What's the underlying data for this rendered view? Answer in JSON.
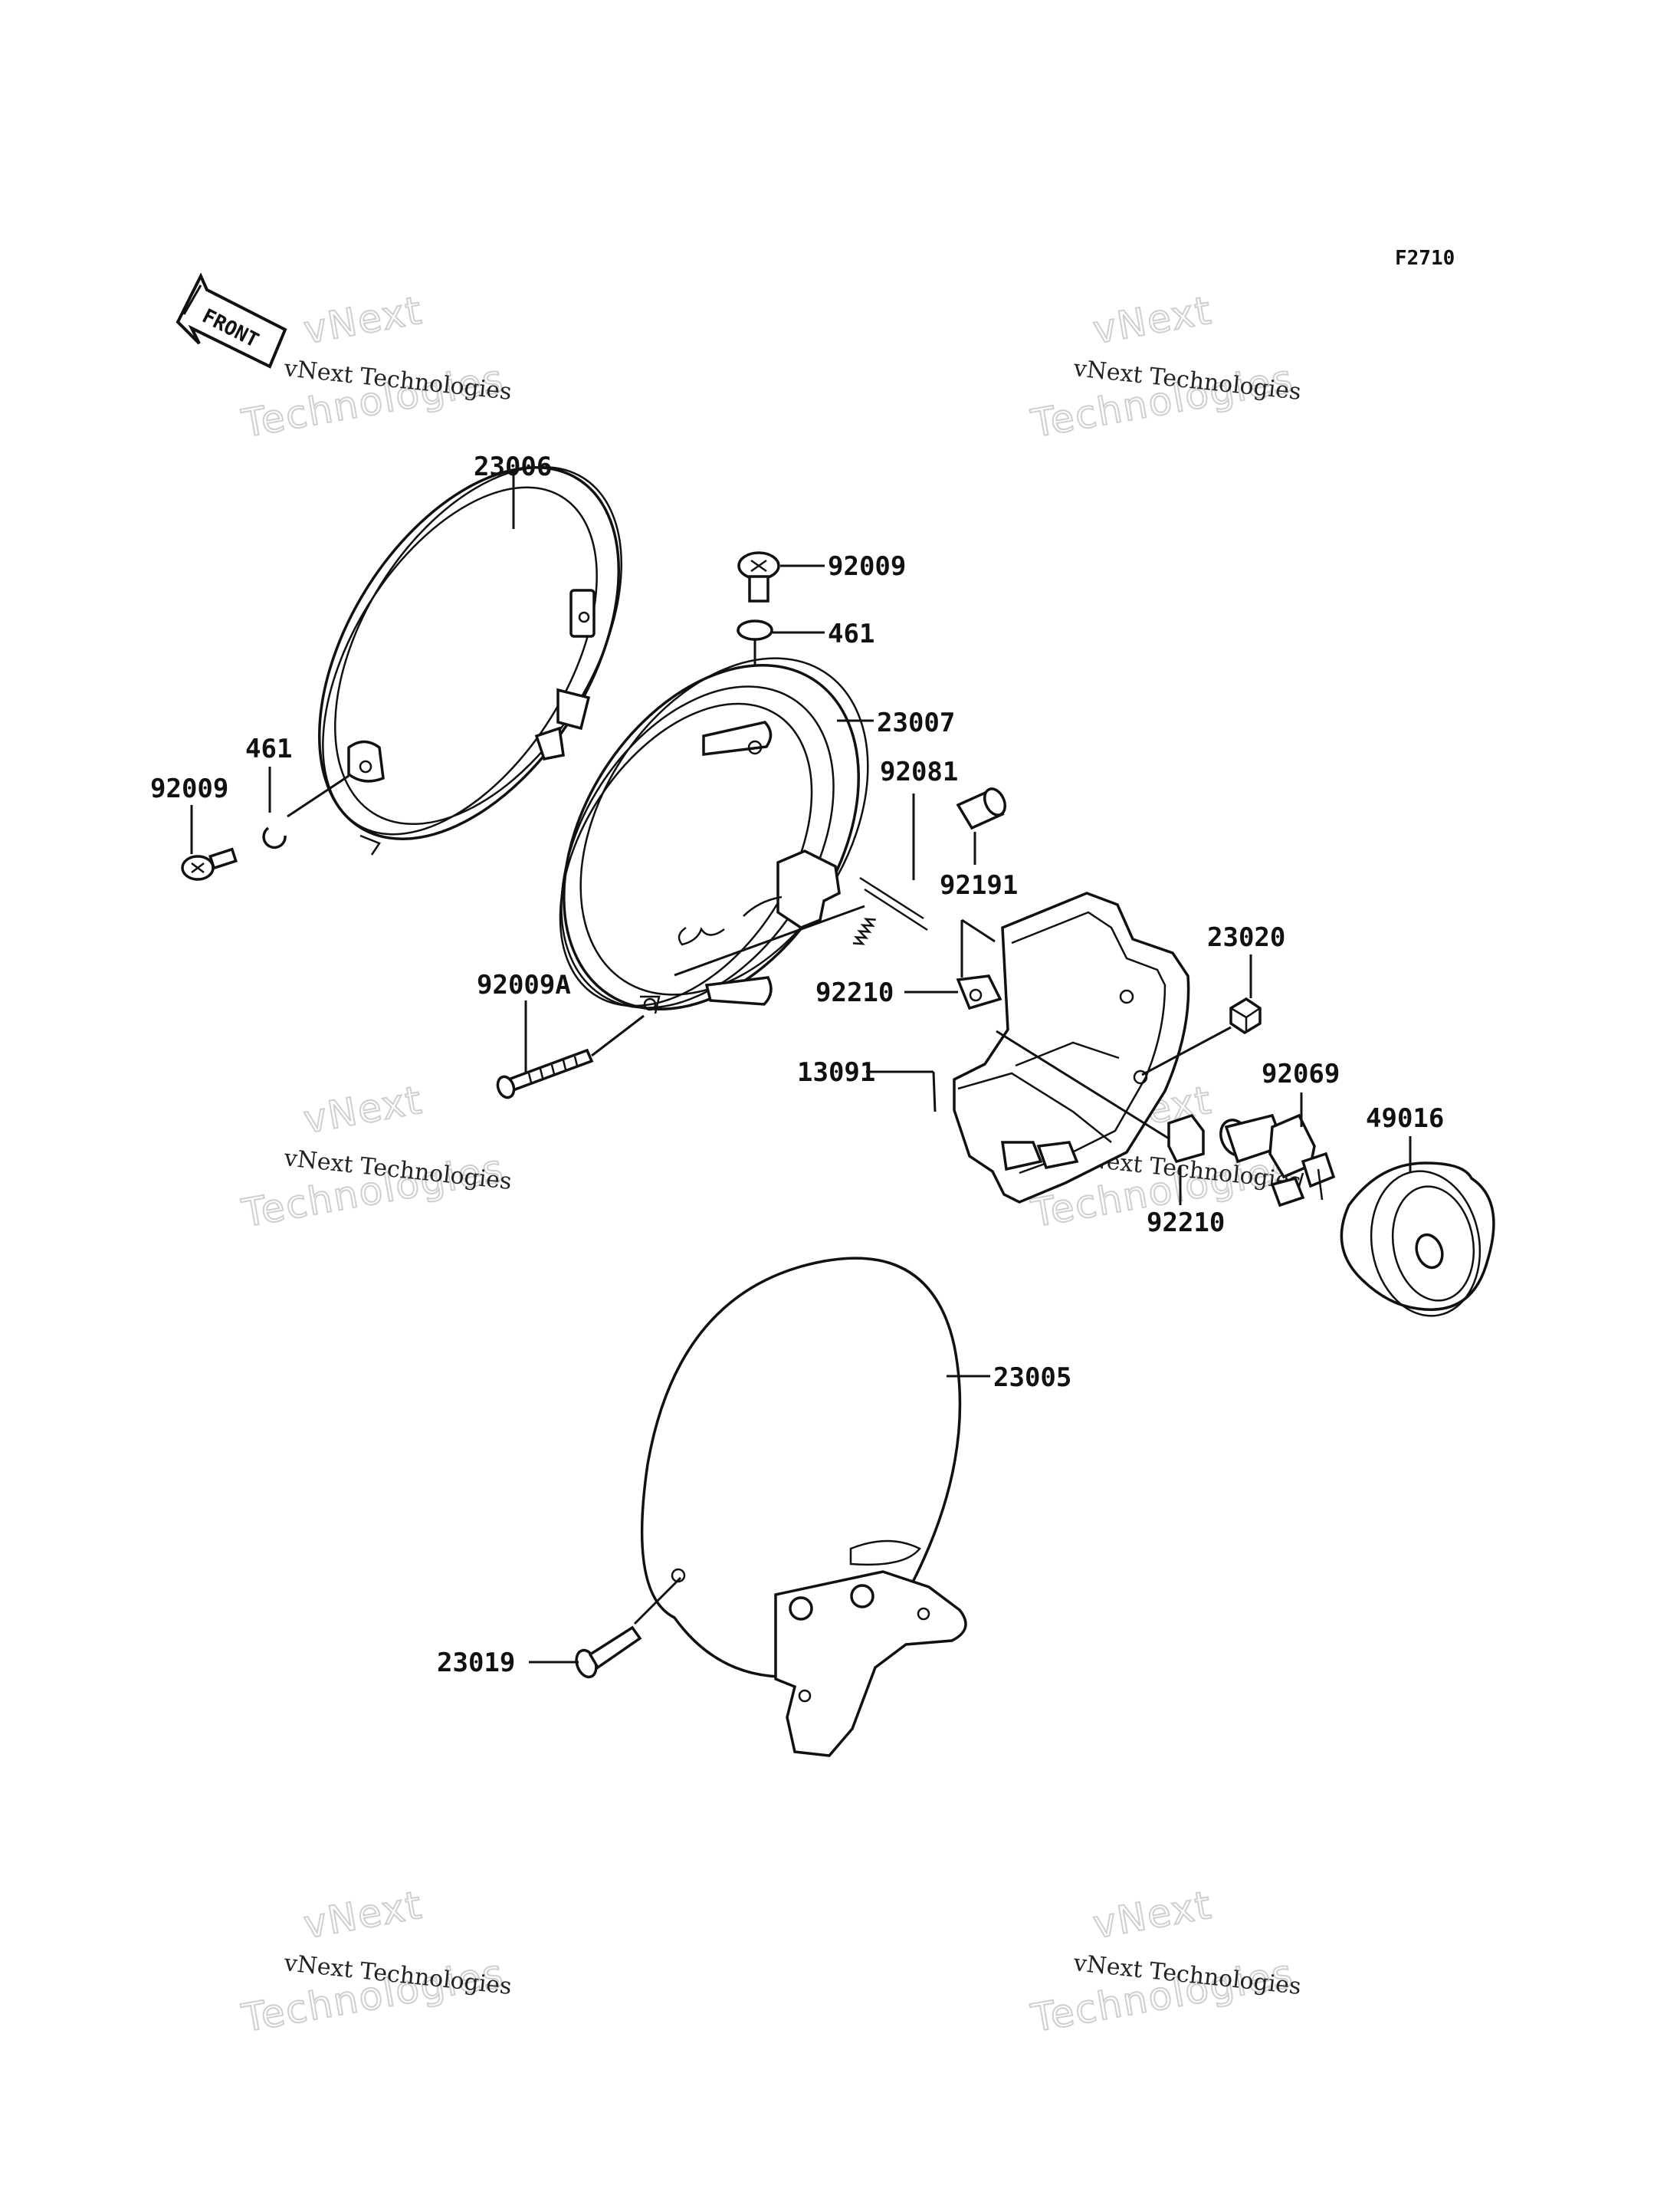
{
  "diagram_code": "F2710",
  "front_label": "FRONT",
  "watermark": {
    "line1": "vNext Technologies",
    "line2": "Technologies",
    "line3": "vNext"
  },
  "parts": [
    {
      "number": "23006"
    },
    {
      "number": "461"
    },
    {
      "number": "92009"
    },
    {
      "number": "92009"
    },
    {
      "number": "461"
    },
    {
      "number": "23007"
    },
    {
      "number": "92081"
    },
    {
      "number": "92191"
    },
    {
      "number": "92210"
    },
    {
      "number": "23020"
    },
    {
      "number": "92009A"
    },
    {
      "number": "13091"
    },
    {
      "number": "92069"
    },
    {
      "number": "49016"
    },
    {
      "number": "92210"
    },
    {
      "number": "23005"
    },
    {
      "number": "23019"
    }
  ]
}
